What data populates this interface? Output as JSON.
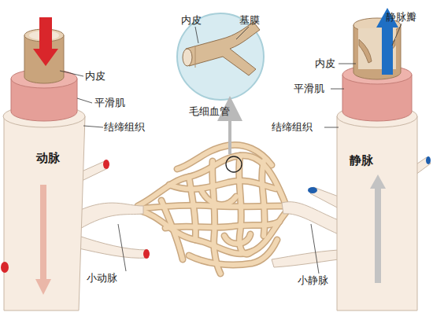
{
  "diagram": {
    "labels": [
      "内皮",
      "平滑肌",
      "结缔组织",
      "内皮",
      "基膜",
      "毛细血管",
      "静脉瓣",
      "内皮",
      "平滑肌",
      "结缔组织",
      "动脉",
      "静脉",
      "小动脉",
      "小静脉"
    ]
  }
}
